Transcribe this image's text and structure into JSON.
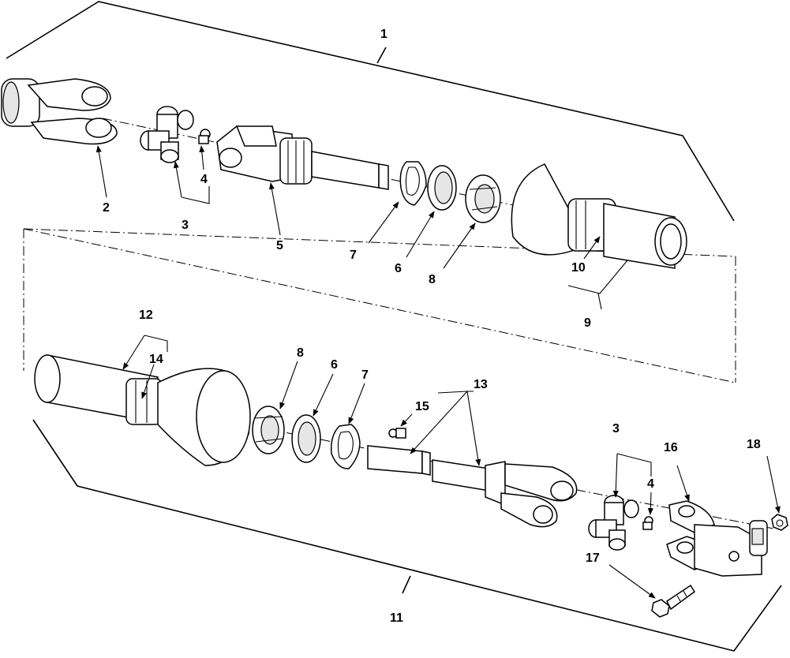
{
  "callouts": {
    "c1": "1",
    "c2": "2",
    "c3a": "3",
    "c4a": "4",
    "c5": "5",
    "c7a": "7",
    "c6a": "6",
    "c8a": "8",
    "c10": "10",
    "c9": "9",
    "c12": "12",
    "c14": "14",
    "c8b": "8",
    "c6b": "6",
    "c7b": "7",
    "c13": "13",
    "c15": "15",
    "c3b": "3",
    "c4b": "4",
    "c16": "16",
    "c18": "18",
    "c17": "17",
    "c11": "11"
  }
}
